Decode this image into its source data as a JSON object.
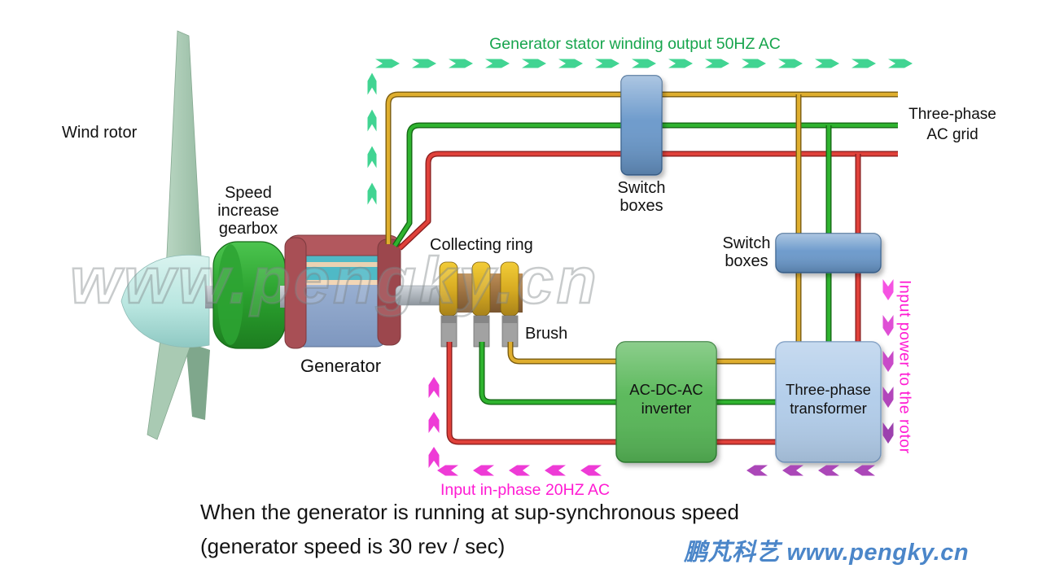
{
  "diagram": {
    "green_flow_label": "Generator stator winding output 50HZ AC",
    "labels": {
      "wind_rotor": "Wind rotor",
      "gearbox_line1": "Speed",
      "gearbox_line2": "increase",
      "gearbox_line3": "gearbox",
      "generator": "Generator",
      "collecting_ring": "Collecting ring",
      "brush": "Brush",
      "switch_boxes_top_line1": "Switch",
      "switch_boxes_top_line2": "boxes",
      "switch_boxes_right_line1": "Switch",
      "switch_boxes_right_line2": "boxes",
      "grid_line1": "Three-phase",
      "grid_line2": "AC grid",
      "inverter_line1": "AC-DC-AC",
      "inverter_line2": "inverter",
      "transformer_line1": "Three-phase",
      "transformer_line2": "transformer",
      "input_inphase": "Input in-phase 20HZ AC",
      "input_power_rotor": "Input power to the rotor"
    },
    "caption_line1": "When the generator is running at sup-synchronous speed",
    "caption_line2": "(generator speed is 30 rev / sec)",
    "watermark_center": "www.pengky.cn",
    "brand": "鹏芃科艺 www.pengky.cn",
    "colors": {
      "green_dash": "#41d492",
      "green_text": "#17a54d",
      "magenta": "#ee3bd6",
      "magenta_text": "#ff1bd3",
      "purple": "#ab47b8",
      "magenta_grad_start": "#f553e2",
      "magenta_grad_end": "#9c41ae",
      "wire_yellow": "#dfae2e",
      "wire_yellow_dark": "#7a5c10",
      "wire_green": "#2fb32f",
      "wire_green_dark": "#146914",
      "wire_red": "#e0413a",
      "wire_red_dark": "#8c1f1f",
      "box_blue": "#6897ca",
      "box_blue_border": "#3e6794",
      "box_blue_light": "#b2cdea",
      "box_blue_light_border": "#7597bf",
      "box_green": "#57b757",
      "box_green_border": "#2f7d32",
      "brand_blue": "#4b86c9"
    }
  }
}
